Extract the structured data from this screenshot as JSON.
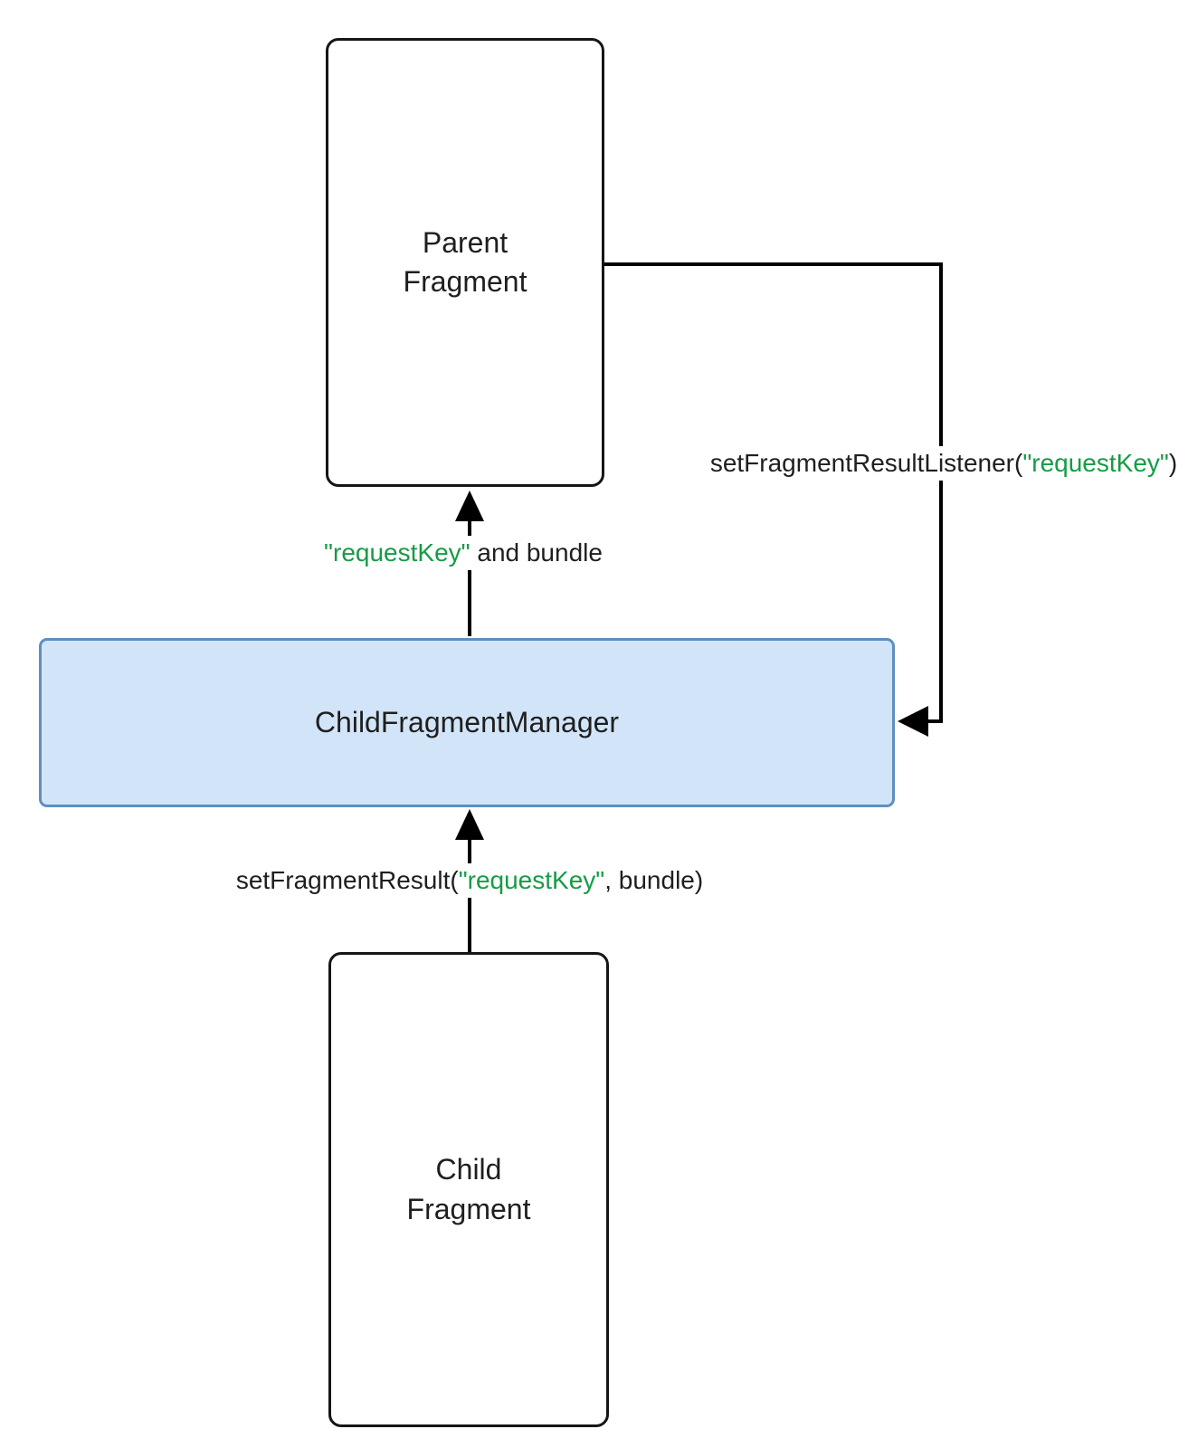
{
  "diagram": {
    "title": "Fragment result passing between parent and child fragments",
    "nodes": {
      "parent": {
        "label": "Parent\nFragment"
      },
      "manager": {
        "label": "ChildFragmentManager"
      },
      "child": {
        "label": "Child\nFragment"
      }
    },
    "edges": {
      "listener": {
        "prefix": "setFragmentResultListener(",
        "key": "\"requestKey\"",
        "suffix": ")"
      },
      "deliver": {
        "key": "\"requestKey\"",
        "suffix": " and bundle"
      },
      "set_result": {
        "prefix": "setFragmentResult(",
        "key": "\"requestKey\"",
        "suffix": ", bundle)"
      }
    }
  },
  "colors": {
    "key_green": "#169C46",
    "manager_fill": "#D2E5F8",
    "manager_border": "#5E8FBF",
    "line_color": "#000000"
  }
}
